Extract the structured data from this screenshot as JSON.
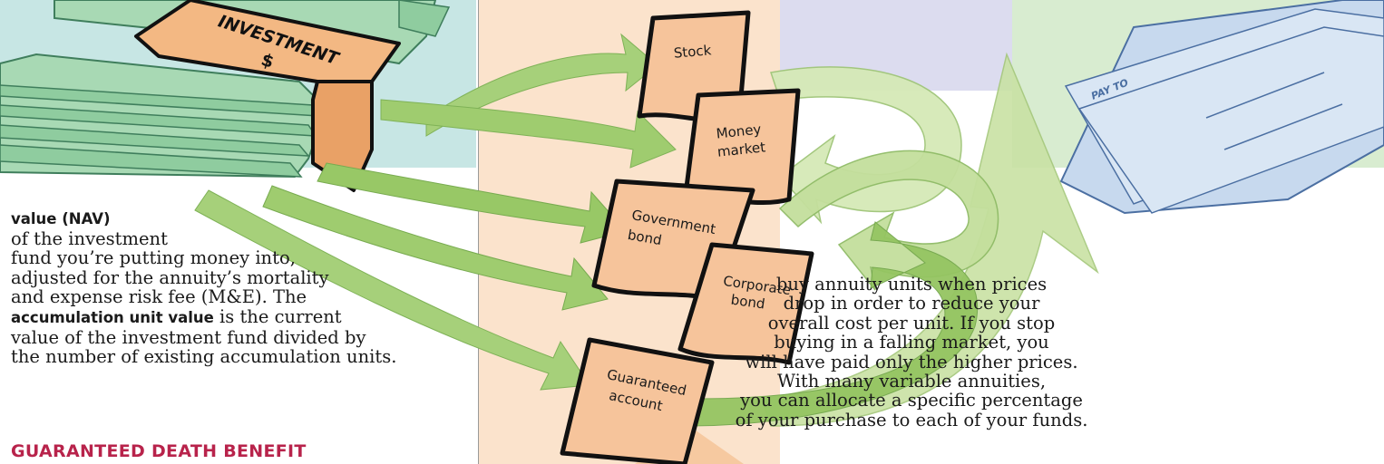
{
  "illustration": {
    "stack_label_line1": "INVESTMENT",
    "stack_label_line2": "$",
    "check_text": "PAY TO",
    "boxes": [
      {
        "label_lines": [
          "Stock"
        ]
      },
      {
        "label_lines": [
          "Money",
          "market"
        ]
      },
      {
        "label_lines": [
          "Government",
          "bond"
        ]
      },
      {
        "label_lines": [
          "Corporate",
          "bond"
        ]
      },
      {
        "label_lines": [
          "Guaranteed",
          "account"
        ]
      }
    ]
  },
  "left_column": {
    "nav_term": "value (NAV)",
    "line2": "of the investment",
    "line3": "fund you’re putting money into,",
    "line4": "adjusted for the annuity’s mortality",
    "line5": "and expense risk fee (M&E). The",
    "accum_term": "accumulation unit value",
    "line6_rest": " is the current",
    "line7": "value of the investment fund divided by",
    "line8": "the number of existing accumulation units.",
    "section_heading": "GUARANTEED DEATH BENEFIT"
  },
  "right_column": {
    "lines": [
      "buy annuity units when prices",
      "drop in order to reduce your",
      "overall cost per unit. If you stop",
      "buying in a falling market, you",
      "will have paid only the higher prices.",
      "With many variable annuities,",
      "you can allocate a specific percentage",
      "of your purchase to each of your funds."
    ]
  }
}
